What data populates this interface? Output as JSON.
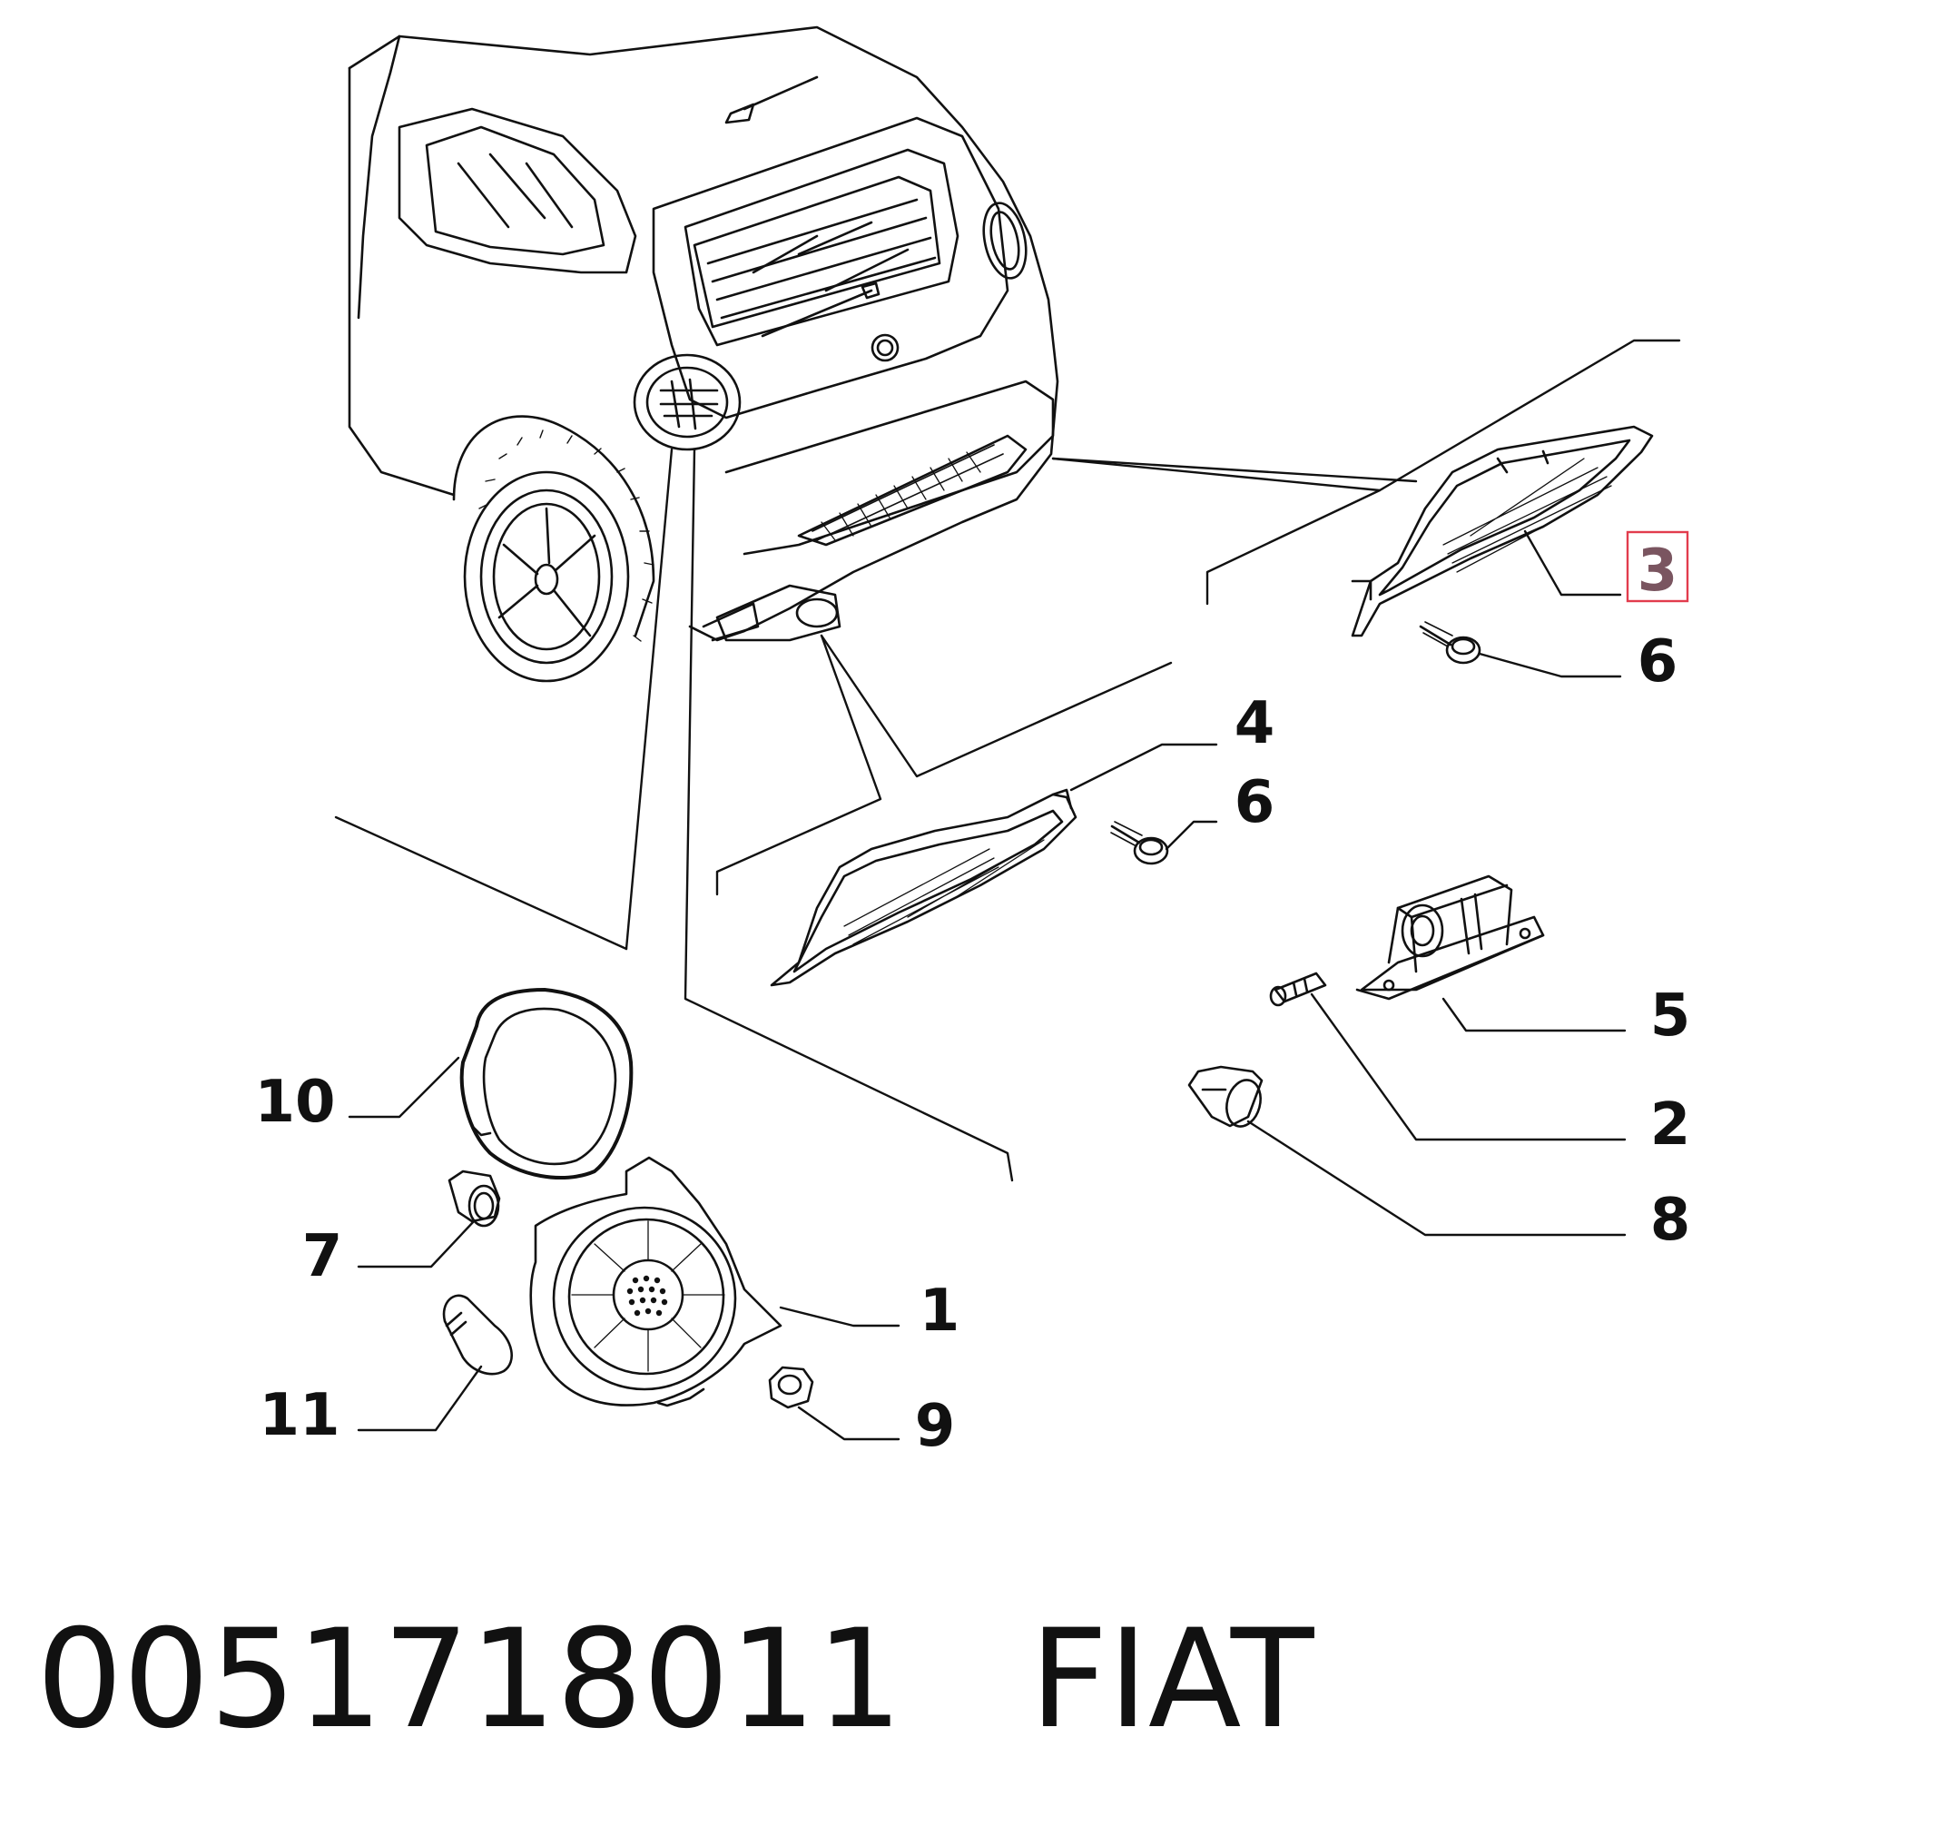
{
  "diagram": {
    "callouts": [
      {
        "id": "c1",
        "label": "1"
      },
      {
        "id": "c2",
        "label": "2"
      },
      {
        "id": "c3",
        "label": "3",
        "highlighted": true
      },
      {
        "id": "c4",
        "label": "4"
      },
      {
        "id": "c5",
        "label": "5"
      },
      {
        "id": "c6a",
        "label": "6"
      },
      {
        "id": "c6b",
        "label": "6"
      },
      {
        "id": "c7",
        "label": "7"
      },
      {
        "id": "c8",
        "label": "8"
      },
      {
        "id": "c9",
        "label": "9"
      },
      {
        "id": "c10",
        "label": "10"
      },
      {
        "id": "c11",
        "label": "11"
      }
    ],
    "highlight_color": "#e23c4d"
  },
  "footer": {
    "part_number": "0051718011",
    "brand": "FIAT"
  }
}
